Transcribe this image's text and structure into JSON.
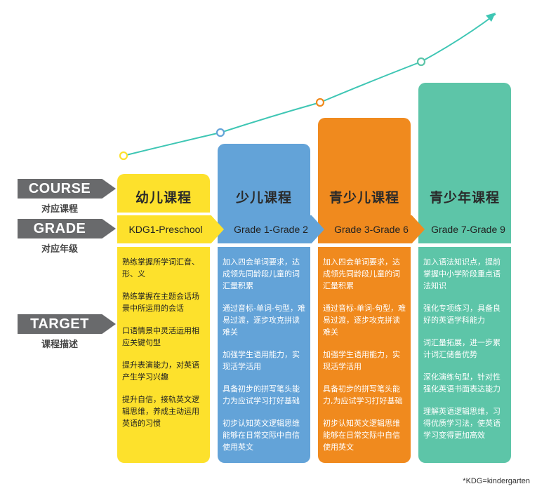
{
  "labels": {
    "course": "COURSE",
    "course_sub": "对应课程",
    "grade": "GRADE",
    "grade_sub": "对应年级",
    "target": "TARGET",
    "target_sub": "课程描述"
  },
  "columns": [
    {
      "title": "幼儿课程",
      "grade": "KDG1-Preschool",
      "color": "#fde12c",
      "items": [
        "熟练掌握所学词汇音、形、义",
        "熟练掌握在主题会话场景中所运用的会话",
        "口语情景中灵活运用相应关键句型",
        "提升表演能力，对英语产生学习兴趣",
        "提升自信，接轨英文逻辑思维，养成主动运用英语的习惯"
      ]
    },
    {
      "title": "少儿课程",
      "grade": "Grade 1-Grade 2",
      "color": "#63a3d8",
      "items": [
        "加入四会单词要求，达成领先同龄段儿童的词汇量积累",
        "通过音标-单词-句型，难易过渡，逐步攻克拼读难关",
        "加强学生语用能力，实现活学活用",
        "具备初步的拼写笔头能力为应试学习打好基础",
        "初步认知英文逻辑思维能够在日常交际中自信使用英文"
      ]
    },
    {
      "title": "青少儿课程",
      "grade": "Grade 3-Grade 6",
      "color": "#f08a1e",
      "items": [
        "加入四会单词要求，达成领先同龄段儿童的词汇量积累",
        "通过音标-单词-句型，难易过渡，逐步攻克拼读难关",
        "加强学生语用能力，实现活学活用",
        "具备初步的拼写笔头能力,为应试学习打好基础",
        "初步认知英文逻辑思维能够在日常交际中自信使用英文"
      ]
    },
    {
      "title": "青少年课程",
      "grade": "Grade 7-Grade 9",
      "color": "#5dc5a8",
      "items": [
        "加入语法知识点，提前掌握中小学阶段重点语法知识",
        "强化专项练习，具备良好的英语学科能力",
        "词汇量拓展，进一步累计词汇储备优势",
        "深化演练句型，针对性强化英语书面表达能力",
        "理解英语逻辑思维，习得优质学习法，使英语学习变得更加高效"
      ]
    }
  ],
  "growth_line_color": "#3ec6b4",
  "footnote": "*KDG=kindergarten"
}
